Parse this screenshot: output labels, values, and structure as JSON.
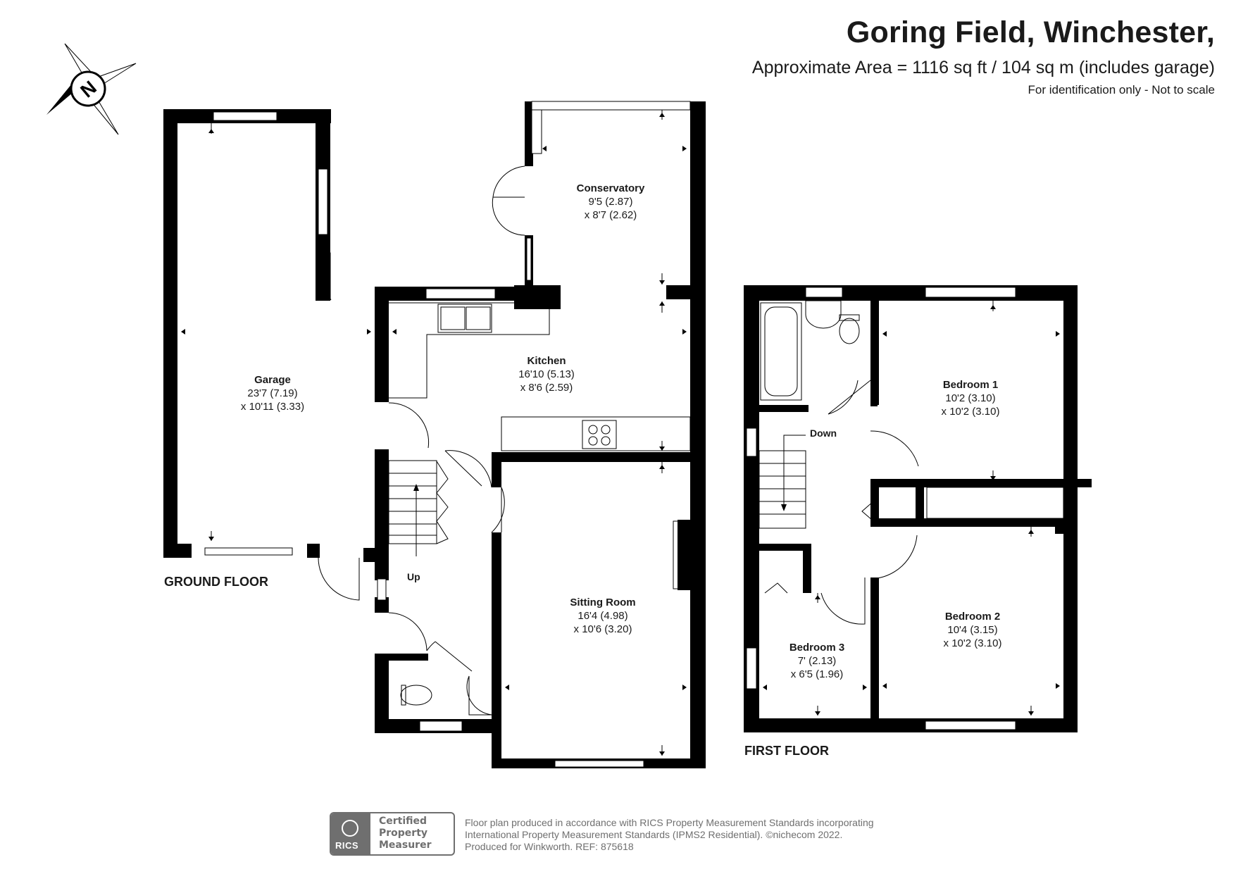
{
  "header": {
    "title": "Goring Field, Winchester,",
    "area": "Approximate Area = 1116 sq ft / 104 sq m (includes garage)",
    "note": "For identification only - Not to scale"
  },
  "compass": {
    "letter": "N"
  },
  "floors": {
    "ground": "GROUND FLOOR",
    "first": "FIRST FLOOR"
  },
  "rooms": {
    "conservatory": {
      "name": "Conservatory",
      "dim1": "9'5 (2.87)",
      "dim2": "x 8'7 (2.62)"
    },
    "garage": {
      "name": "Garage",
      "dim1": "23'7 (7.19)",
      "dim2": "x 10'11 (3.33)"
    },
    "kitchen": {
      "name": "Kitchen",
      "dim1": "16'10 (5.13)",
      "dim2": "x 8'6 (2.59)"
    },
    "sitting": {
      "name": "Sitting Room",
      "dim1": "16'4 (4.98)",
      "dim2": "x 10'6 (3.20)"
    },
    "bedroom1": {
      "name": "Bedroom 1",
      "dim1": "10'2 (3.10)",
      "dim2": "x 10'2 (3.10)"
    },
    "bedroom2": {
      "name": "Bedroom 2",
      "dim1": "10'4 (3.15)",
      "dim2": "x 10'2 (3.10)"
    },
    "bedroom3": {
      "name": "Bedroom 3",
      "dim1": "7' (2.13)",
      "dim2": "x 6'5 (1.96)"
    }
  },
  "stairs": {
    "up": "Up",
    "down": "Down"
  },
  "badge": {
    "logo": "RICS",
    "line1": "Certified",
    "line2": "Property",
    "line3": "Measurer"
  },
  "footer": {
    "line1": "Floor plan produced in accordance with RICS Property Measurement Standards incorporating",
    "line2": "International Property Measurement Standards (IPMS2 Residential).   ©nichecom 2022.",
    "line3": "Produced for Winkworth.   REF: 875618"
  }
}
